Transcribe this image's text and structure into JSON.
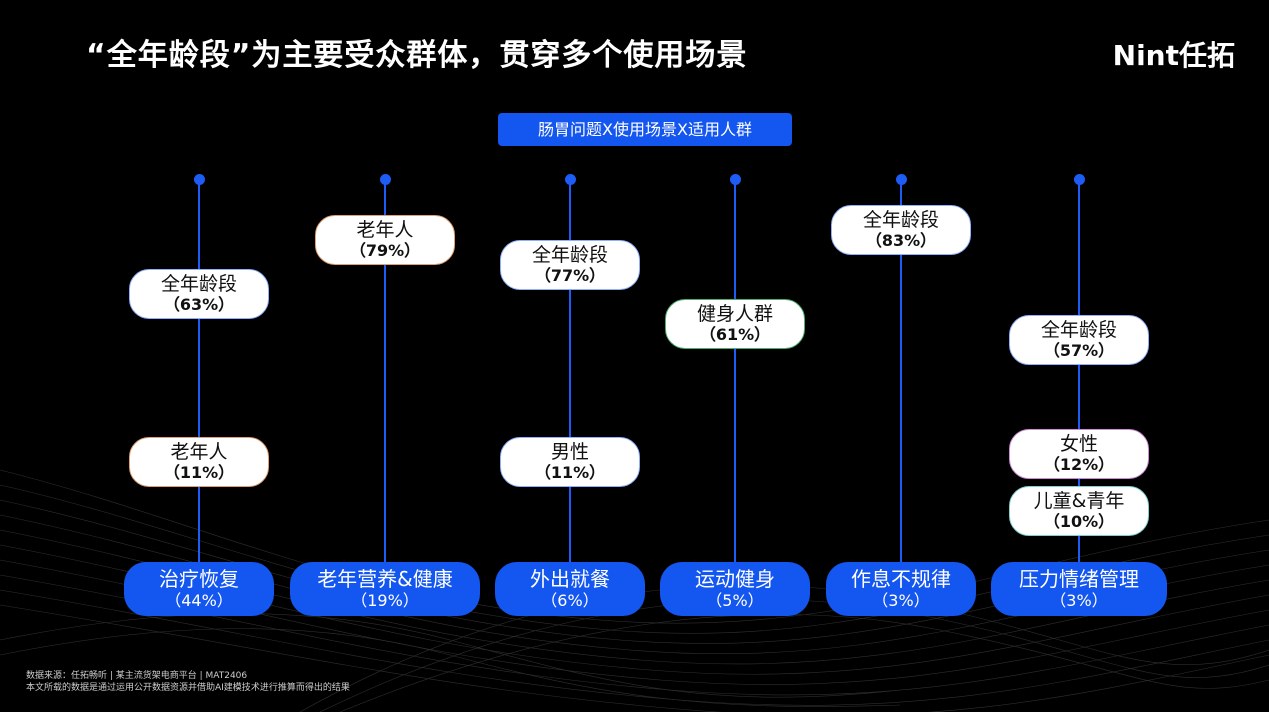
{
  "header": {
    "title": "“全年龄段”为主要受众群体，贯穿多个使用场景",
    "logo": "Nint任拓"
  },
  "diagram": {
    "subtitle": "肠胃问题X使用场景X适用人群",
    "colors": {
      "accent": "#1456f0",
      "line": "#1d5cf5"
    },
    "columns": [
      {
        "scene": {
          "label": "治疗恢复",
          "pct": "（44%）"
        },
        "groups": [
          {
            "label": "全年龄段",
            "pct": "（63%）",
            "border": "#8fb0ff"
          },
          {
            "label": "老年人",
            "pct": "（11%）",
            "border": "#e0a070"
          }
        ]
      },
      {
        "scene": {
          "label": "老年营养&健康",
          "pct": "（19%）"
        },
        "groups": [
          {
            "label": "老年人",
            "pct": "（79%）",
            "border": "#e0a070"
          }
        ]
      },
      {
        "scene": {
          "label": "外出就餐",
          "pct": "（6%）"
        },
        "groups": [
          {
            "label": "全年龄段",
            "pct": "（77%）",
            "border": "#8fb0ff"
          },
          {
            "label": "男性",
            "pct": "（11%）",
            "border": "#8fb0ff"
          }
        ]
      },
      {
        "scene": {
          "label": "运动健身",
          "pct": "（5%）"
        },
        "groups": [
          {
            "label": "健身人群",
            "pct": "（61%）",
            "border": "#4caf70"
          }
        ]
      },
      {
        "scene": {
          "label": "作息不规律",
          "pct": "（3%）"
        },
        "groups": [
          {
            "label": "全年龄段",
            "pct": "（83%）",
            "border": "#8fb0ff"
          }
        ]
      },
      {
        "scene": {
          "label": "压力情绪管理",
          "pct": "（3%）"
        },
        "groups": [
          {
            "label": "全年龄段",
            "pct": "（57%）",
            "border": "#8fb0ff"
          },
          {
            "label": "女性",
            "pct": "（12%）",
            "border": "#d08ad8"
          },
          {
            "label": "儿童&青年",
            "pct": "（10%）",
            "border": "#7fd0d0"
          }
        ]
      }
    ]
  },
  "footer": {
    "line1": "数据来源：任拓畅听 | 某主流货架电商平台 | MAT2406",
    "line2": "本文所载的数据是通过运用公开数据资源并借助AI建模技术进行推算而得出的结果"
  }
}
